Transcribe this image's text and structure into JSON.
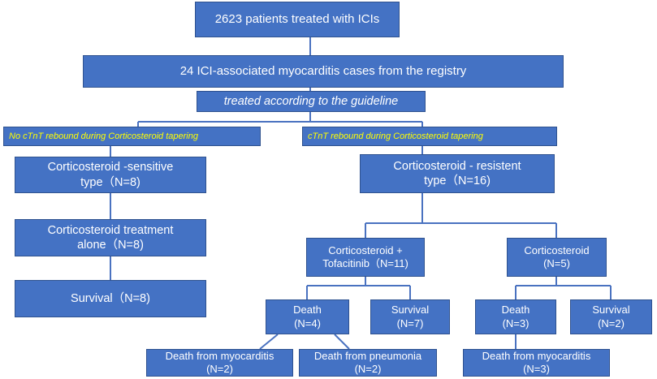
{
  "nodes": {
    "total_patients": "2623 patients treated with ICIs",
    "myocarditis_cases": "24 ICI-associated myocarditis cases from the  registry",
    "guideline": "treated according to the  guideline",
    "no_rebound": "No cTnT rebound during Corticosteroid  tapering",
    "rebound": "cTnT rebound during Corticosteroid tapering",
    "sensitive_line1": "Corticosteroid -sensitive",
    "sensitive_line2": "type（N=8)",
    "cs_alone_line1": "Corticosteroid  treatment",
    "cs_alone_line2": "alone（N=8)",
    "survival_left": "Survival（N=8)",
    "resistant_line1": "Corticosteroid - resistent",
    "resistant_line2": "type（N=16)",
    "cs_tofa_line1": "Corticosteroid  +",
    "cs_tofa_line2": "Tofacitinib（N=11)",
    "cs_only_line1": "Corticosteroid",
    "cs_only_line2": "(N=5)",
    "death_a_line1": "Death",
    "death_a_line2": "(N=4)",
    "survival_a_line1": "Survival",
    "survival_a_line2": "(N=7)",
    "death_b_line1": "Death",
    "death_b_line2": "(N=3)",
    "survival_b_line1": "Survival",
    "survival_b_line2": "(N=2)",
    "myo_death_a_line1": "Death from myocarditis",
    "myo_death_a_line2": "(N=2)",
    "pneumonia_line1": "Death from pneumonia",
    "pneumonia_line2": "(N=2)",
    "myo_death_b_line1": "Death from myocarditis",
    "myo_death_b_line2": "(N=3)"
  },
  "colors": {
    "box_fill": "#4472c4",
    "box_border": "#2f528f",
    "text": "#ffffff",
    "tag_text": "#ffff00",
    "connector": "#4a72c0"
  }
}
